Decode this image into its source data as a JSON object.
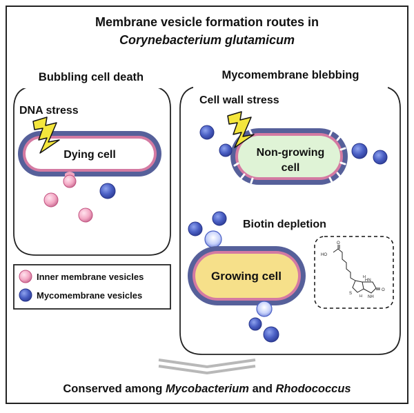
{
  "title": {
    "line1": "Membrane vesicle formation routes in",
    "line2": "Corynebacterium glutamicum"
  },
  "left_panel": {
    "heading": "Bubbling cell death",
    "stress_label": "DNA stress",
    "cell_label": "Dying cell"
  },
  "right_panel": {
    "heading": "Mycomembrane blebbing",
    "stress_label": "Cell wall stress",
    "cell_label_line1": "Non-growing",
    "cell_label_line2": "cell",
    "depletion_label": "Biotin depletion",
    "growing_cell_label": "Growing cell",
    "molecule_labels": {
      "hydroxyl": "HO",
      "carbonyl_o": "O",
      "hn": "HN",
      "nh": "NH",
      "ring_o": "O",
      "ring_h1": "H",
      "ring_h2": "H",
      "sulfur": "S"
    }
  },
  "legend": {
    "items": [
      {
        "label": "Inner membrane vesicles",
        "color": "#f0a6c0",
        "outline": "#c0507e"
      },
      {
        "label": "Mycomembrane vesicles",
        "color": "#4a5fc4",
        "outline": "#26348a"
      }
    ]
  },
  "footer": {
    "prefix": "Conserved among ",
    "genus1": "Mycobacterium",
    "middle": " and ",
    "genus2": "Rhodococcus"
  },
  "colors": {
    "mycomembrane": "#56609a",
    "mycomembrane_dark": "#3d467c",
    "inner_membrane": "#d47aa2",
    "dying_fill": "#ffffff",
    "nongrowing_fill": "#dff3d6",
    "growing_fill": "#f6e08a",
    "lightning": "#f4e63c",
    "vesicle_blue": "#4a5fc4",
    "vesicle_pink": "#f0a6c0"
  }
}
